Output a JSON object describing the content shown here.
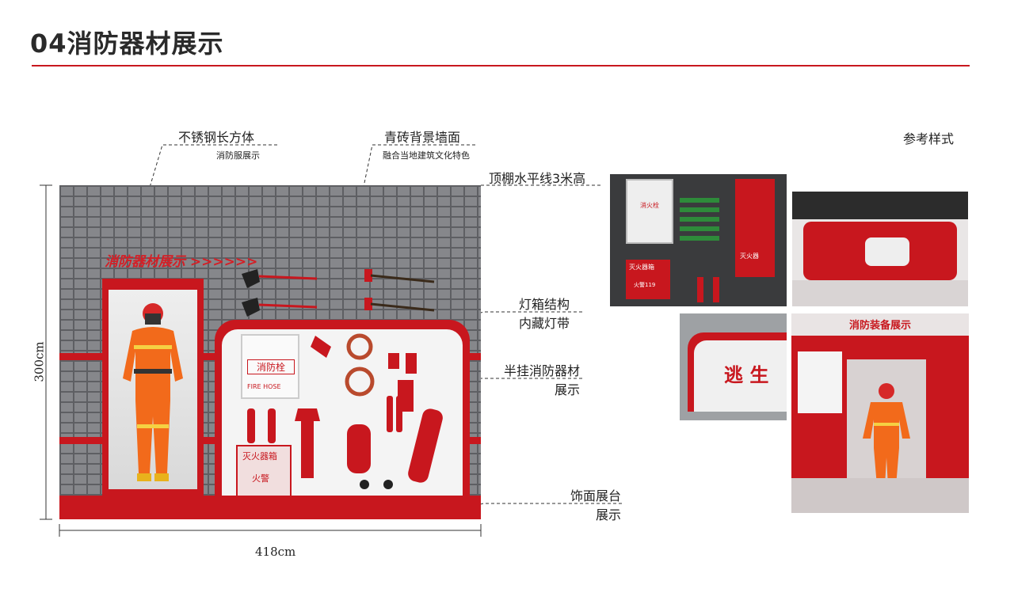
{
  "title": "04消防器材展示",
  "reference_label": "参考样式",
  "annotations": {
    "stainless": "不锈钢长方体",
    "suit_display": "消防服展示",
    "brick_wall": "青砖背景墙面",
    "brick_culture": "融合当地建筑文化特色",
    "ceiling": "顶棚水平线3米高",
    "lightbox_1": "灯箱结构",
    "lightbox_2": "内藏灯带",
    "hanging_1": "半挂消防器材",
    "hanging_2": "展示",
    "platform_1": "饰面展台",
    "platform_2": "展示"
  },
  "dimensions": {
    "height": "300cm",
    "width": "418cm"
  },
  "wall_signage": {
    "banner": "消防器材展示 >>>>>>",
    "hydrant_box": "消防栓",
    "hydrant_box_sub": "FIRE HOSE",
    "extinguisher_box": "灭火器箱",
    "alarm": "火警"
  },
  "reference_signage": {
    "box_a": "消火栓",
    "box_b": "灭火器箱",
    "box_b_sub": "火警119",
    "box_c": "灭火器",
    "escape": "逃 生",
    "equip_banner": "消防装备展示"
  },
  "colors": {
    "accent": "#c8171e",
    "wall_brick": "#86878b",
    "text": "#222222"
  }
}
